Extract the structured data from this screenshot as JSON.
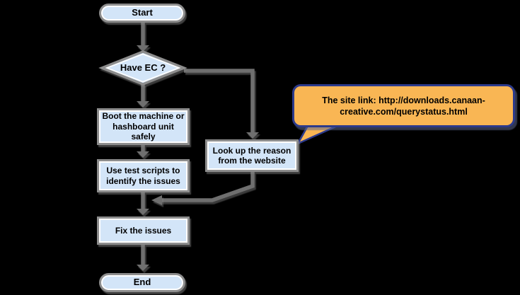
{
  "diagram": {
    "type": "flowchart",
    "nodes": {
      "start": {
        "label": "Start",
        "shape": "terminator"
      },
      "have_ec": {
        "label": "Have EC ?",
        "shape": "decision"
      },
      "boot": {
        "label": "Boot the machine or hashboard unit safely",
        "shape": "process"
      },
      "test": {
        "label": "Use test scripts to identify the issues",
        "shape": "process"
      },
      "lookup": {
        "label": "Look up the reason from the website",
        "shape": "process"
      },
      "fix": {
        "label": "Fix the issues",
        "shape": "process"
      },
      "end": {
        "label": "End",
        "shape": "terminator"
      }
    },
    "callout": {
      "line1": "The site link: http://downloads.canaan-",
      "line2": "creative.com/querystatus.html",
      "full_url": "http://downloads.canaan-creative.com/querystatus.html"
    },
    "edges": [
      {
        "from": "start",
        "to": "have_ec"
      },
      {
        "from": "have_ec",
        "to": "boot"
      },
      {
        "from": "have_ec",
        "to": "lookup"
      },
      {
        "from": "boot",
        "to": "test"
      },
      {
        "from": "test",
        "to": "fix"
      },
      {
        "from": "lookup",
        "to": "fix"
      },
      {
        "from": "fix",
        "to": "end"
      }
    ],
    "colors": {
      "background": "#000000",
      "node_fill": "#d3e5f8",
      "node_border": "#8d8d8d",
      "node_inner_stroke": "#ffffff",
      "connector": "#6f6f6f",
      "callout_fill": "#f9b654",
      "callout_border": "#2c3a8c",
      "text": "#000000"
    }
  }
}
